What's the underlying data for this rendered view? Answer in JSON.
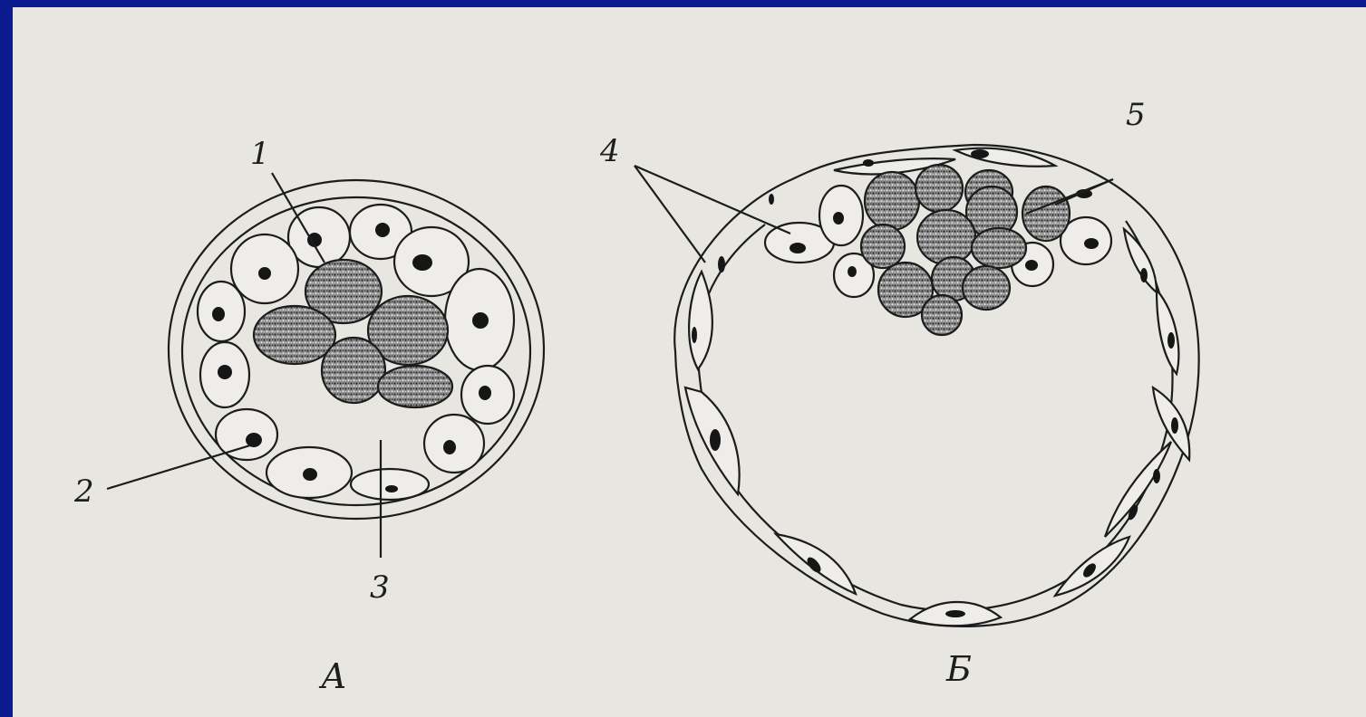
{
  "figure": {
    "labels": {
      "l1": "1",
      "l2": "2",
      "l3": "3",
      "l4": "4",
      "l5": "5"
    },
    "captions": {
      "a": "А",
      "b": "Б"
    }
  },
  "colors": {
    "frame": "#0b1b8e",
    "paper": "#e7e6e1",
    "ink": "#1c1c1c"
  }
}
